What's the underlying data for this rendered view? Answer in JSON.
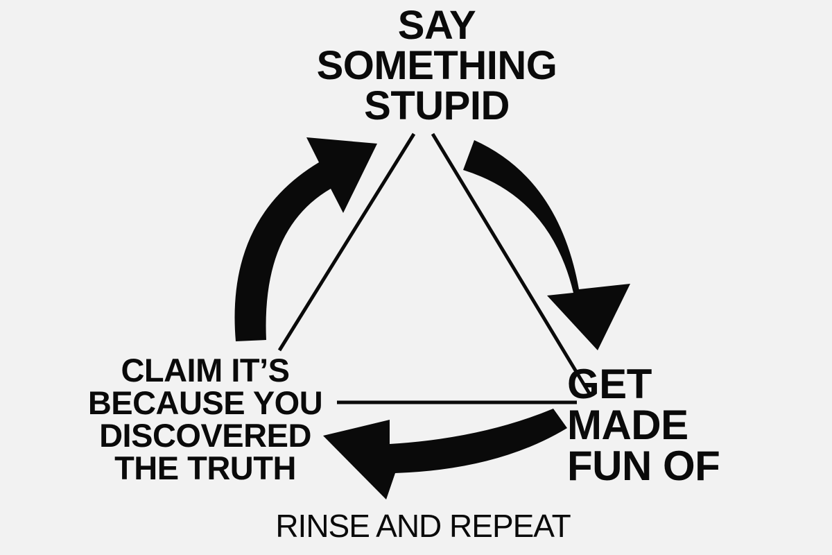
{
  "diagram": {
    "nodes": [
      {
        "id": "top",
        "lines": [
          "SAY",
          "SOMETHING",
          "STUPID"
        ]
      },
      {
        "id": "right",
        "lines": [
          "GET",
          "MADE",
          "FUN OF"
        ]
      },
      {
        "id": "left",
        "lines": [
          "CLAIM IT’S",
          "BECAUSE YOU",
          "DISCOVERED",
          "THE TRUTH"
        ]
      }
    ],
    "edges": [
      {
        "from": "top",
        "to": "right"
      },
      {
        "from": "right",
        "to": "left"
      },
      {
        "from": "left",
        "to": "top"
      }
    ],
    "caption": "RINSE AND REPEAT",
    "colors": {
      "background": "#f2f2f2",
      "ink": "#0a0a0a"
    }
  }
}
